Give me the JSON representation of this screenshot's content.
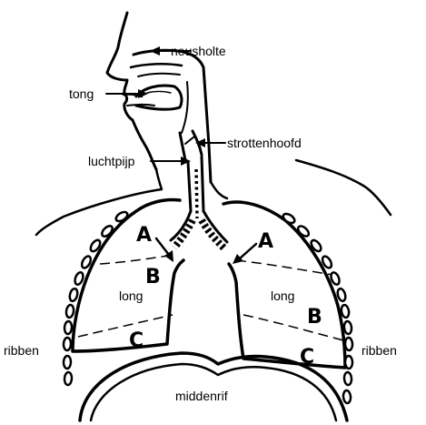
{
  "labels": {
    "nasal_cavity": "neusholte",
    "tongue": "tong",
    "larynx": "strottenhoofd",
    "trachea": "luchtpijp",
    "lung_left": "long",
    "lung_right": "long",
    "ribs_left": "ribben",
    "ribs_right": "ribben",
    "diaphragm": "middenrif"
  },
  "regions": {
    "left": {
      "a": "A",
      "b": "B",
      "c": "C"
    },
    "right": {
      "a": "A",
      "b": "B",
      "c": "C"
    }
  }
}
